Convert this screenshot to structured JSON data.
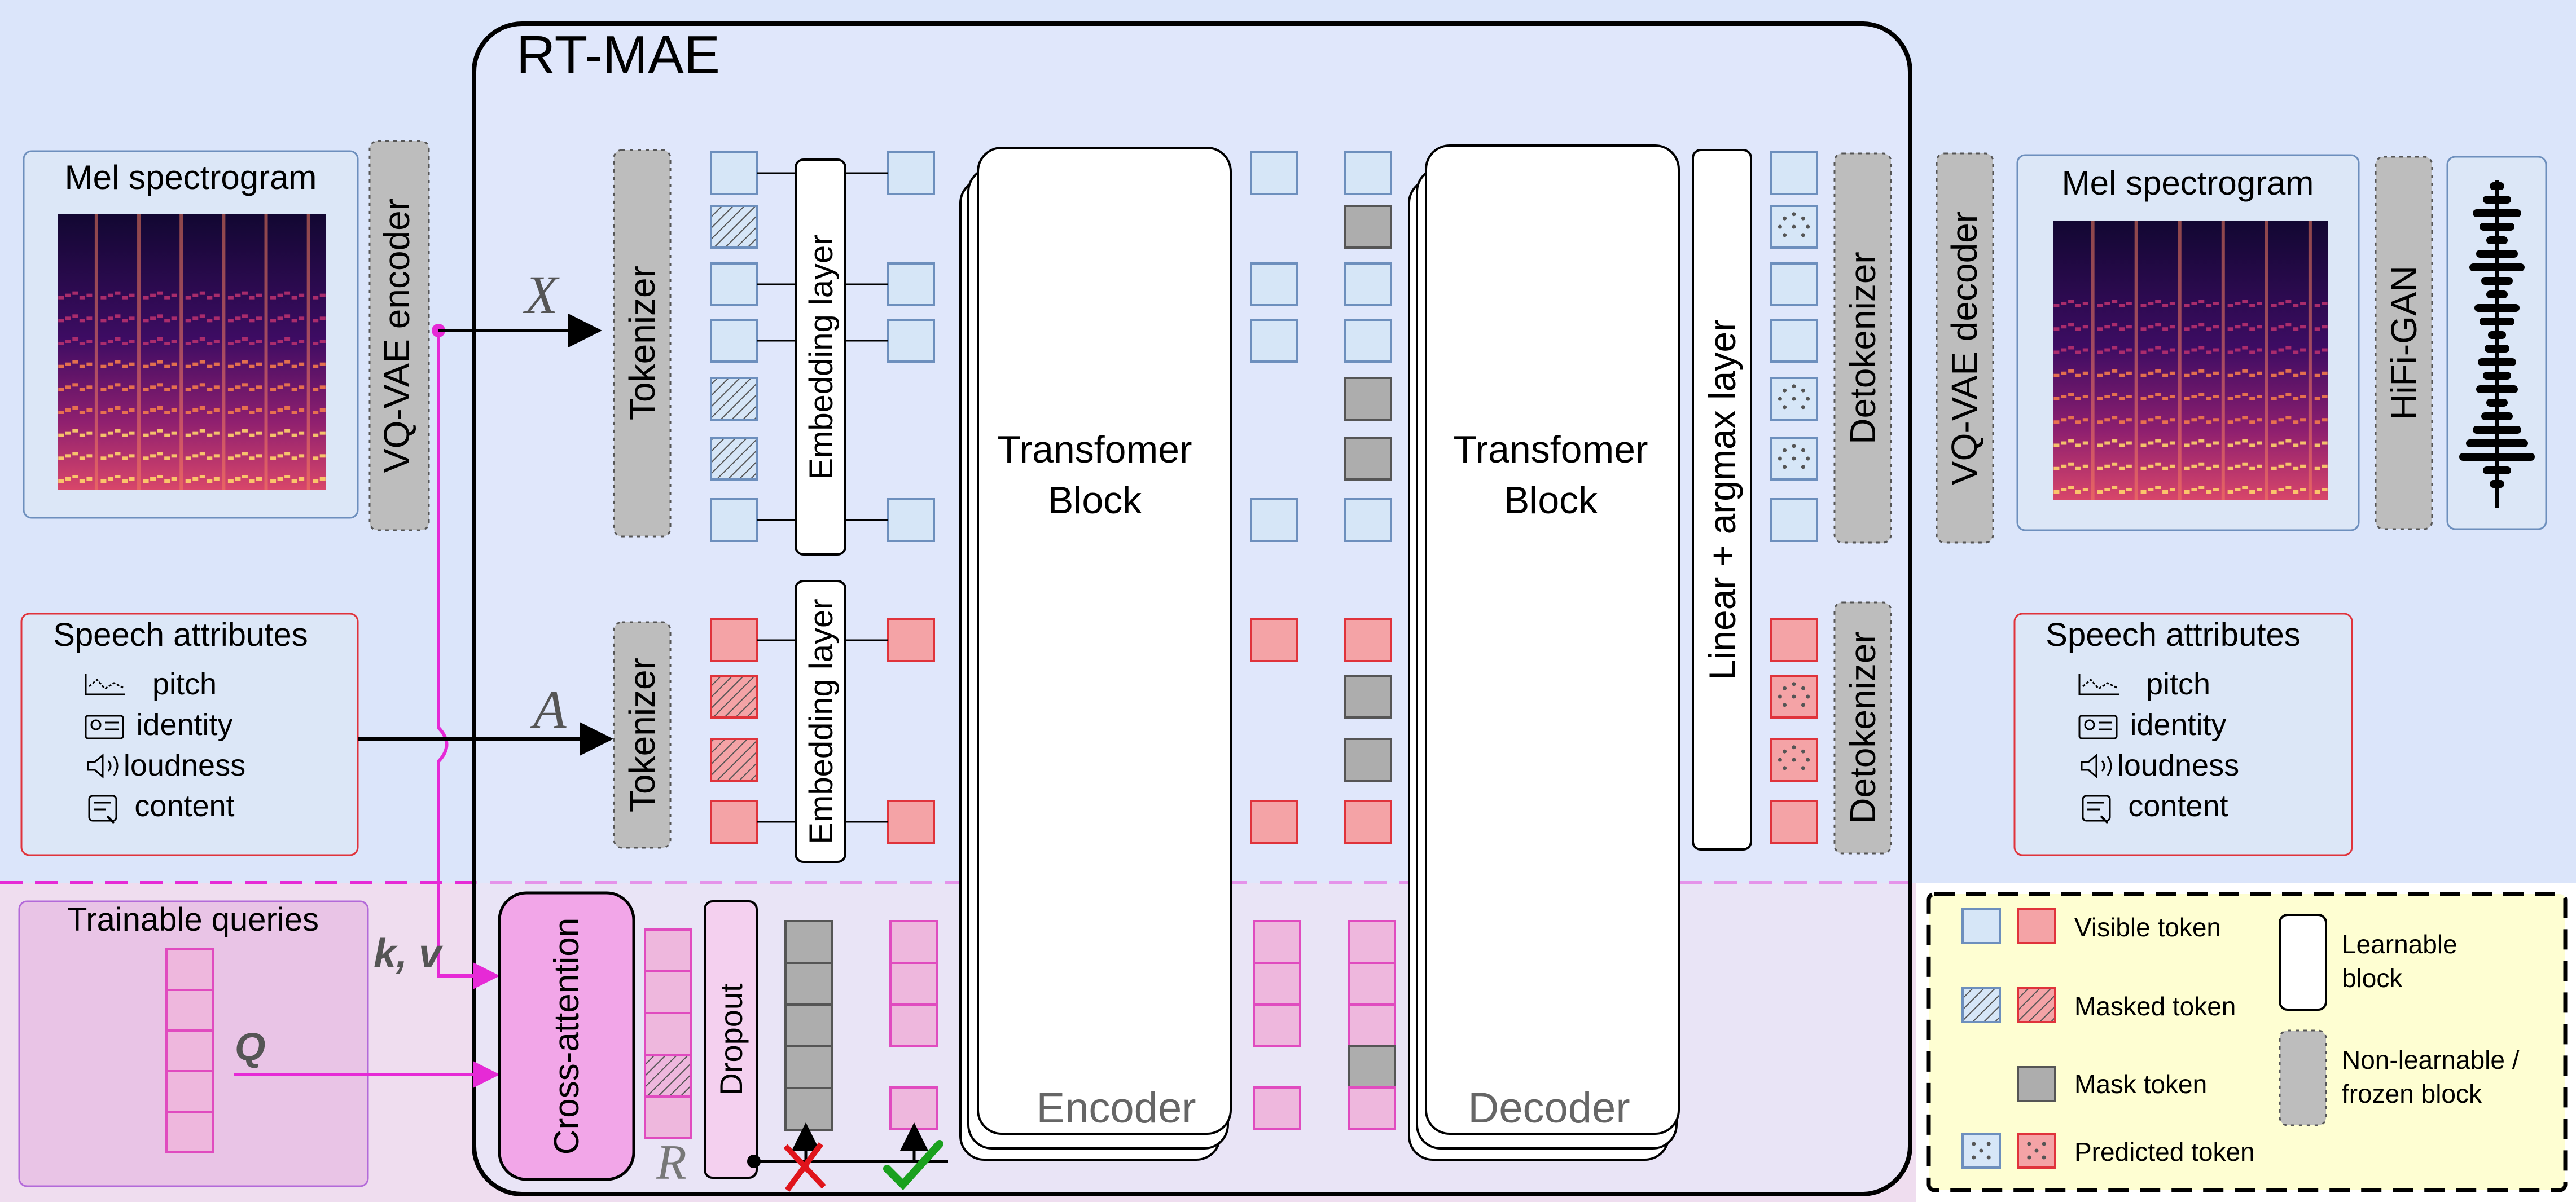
{
  "colors": {
    "top_background": "#dbe5fa",
    "bottom_background": "#efddef",
    "visible_blue_fill": "#d6e6f7",
    "visible_blue_stroke": "#6d8fbd",
    "visible_red_fill": "#f4a3a6",
    "visible_red_stroke": "#e0333b",
    "query_pink_fill": "#eeb7dd",
    "query_pink_stroke": "#e04bbf",
    "mask_gray": "#adadad",
    "magenta": "#e62ad6",
    "legend_background": "#fefed2"
  },
  "title": "RT-MAE",
  "left": {
    "mel_title": "Mel spectrogram",
    "vq_encoder": "VQ-VAE encoder",
    "speech_title": "Speech attributes",
    "attributes": [
      {
        "icon": "pitch-icon",
        "label": "pitch"
      },
      {
        "icon": "identity-icon",
        "label": "identity"
      },
      {
        "icon": "loudness-icon",
        "label": "loudness"
      },
      {
        "icon": "content-icon",
        "label": "content"
      }
    ],
    "queries_title": "Trainable queries",
    "kv_label": "k, v",
    "q_label": "Q"
  },
  "inner": {
    "x_symbol": "X",
    "a_symbol": "A",
    "r_symbol": "R",
    "tokenizer": "Tokenizer",
    "embedding": "Embedding layer",
    "transformer": "Transfomer\nBlock",
    "encoder": "Encoder",
    "decoder": "Decoder",
    "linear": "Linear + argmax layer",
    "detokenizer": "Detokenizer",
    "cross_attention": "Cross-attention",
    "dropout": "Dropout"
  },
  "right": {
    "vq_decoder": "VQ-VAE decoder",
    "mel_title": "Mel spectrogram",
    "hifigan": "HiFi-GAN",
    "speech_title": "Speech attributes",
    "attributes": [
      {
        "icon": "pitch-icon",
        "label": "pitch"
      },
      {
        "icon": "identity-icon",
        "label": "identity"
      },
      {
        "icon": "loudness-icon",
        "label": "loudness"
      },
      {
        "icon": "content-icon",
        "label": "content"
      }
    ]
  },
  "legend": {
    "visible": "Visible token",
    "masked": "Masked token",
    "mask": "Mask token",
    "predicted": "Predicted token",
    "learnable": "Learnable\nblock",
    "frozen": "Non-learnable /\nfrozen block"
  }
}
